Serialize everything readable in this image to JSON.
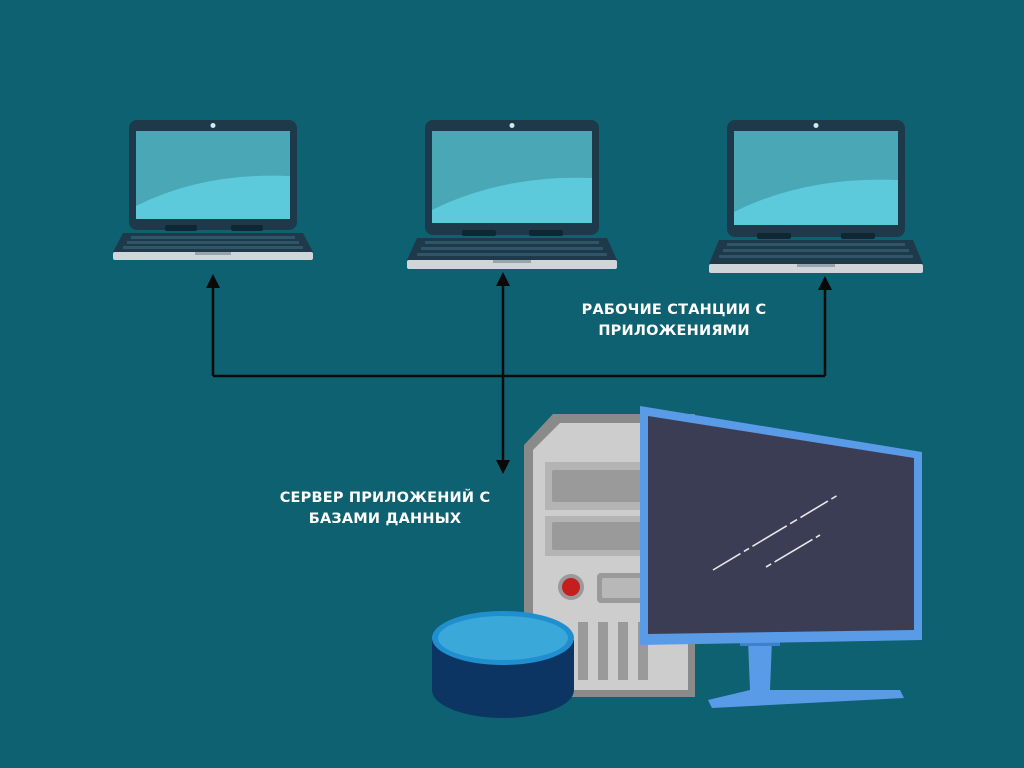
{
  "diagram": {
    "background_color": "#0e6170",
    "workstations_label": {
      "line1": "РАБОЧИЕ СТАНЦИИ С",
      "line2": "ПРИЛОЖЕНИЯМИ"
    },
    "server_label": {
      "line1": "СЕРВЕР ПРИЛОЖЕНИЙ С",
      "line2": "БАЗАМИ ДАННЫХ"
    },
    "nodes": [
      {
        "name": "laptop-left",
        "icon": "laptop-icon"
      },
      {
        "name": "laptop-center",
        "icon": "laptop-icon"
      },
      {
        "name": "laptop-right",
        "icon": "laptop-icon"
      },
      {
        "name": "server-tower",
        "icon": "server-tower-icon"
      },
      {
        "name": "monitor",
        "icon": "monitor-icon"
      },
      {
        "name": "database",
        "icon": "database-icon"
      }
    ],
    "colors": {
      "connector": "#0a0a0a",
      "laptop_body": "#1e3a4a",
      "laptop_screen": "#4aa7b6",
      "laptop_screen_highlight": "#5ccadb",
      "tower_body": "#c9c9c9",
      "monitor_frame": "#5a9be8",
      "monitor_screen": "#3b3d54",
      "database_top": "#3aa8d8",
      "database_body": "#0d3563",
      "power_button": "#c41e1e"
    }
  }
}
